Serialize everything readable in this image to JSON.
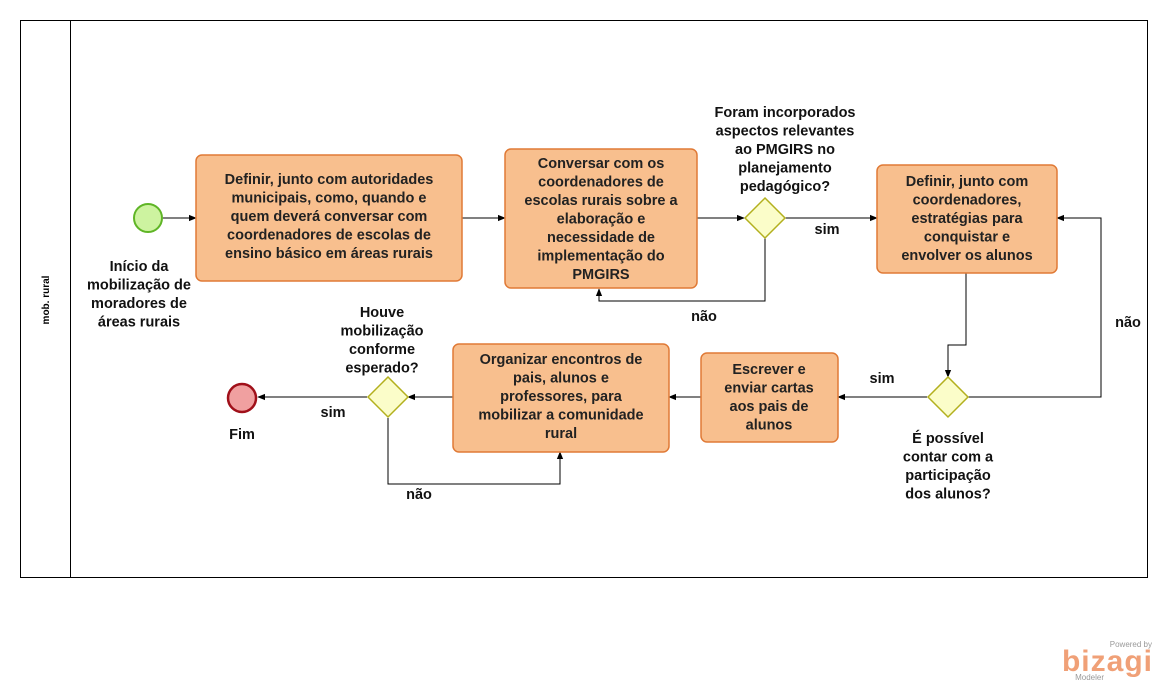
{
  "pool": {
    "lane_label": "mob. rural"
  },
  "colors": {
    "task_fill": "#f8bf8e",
    "task_stroke": "#e07a36",
    "start_fill": "#cdf3a0",
    "start_stroke": "#5fb526",
    "end_fill": "#f0a0a0",
    "end_stroke": "#a0101a",
    "gateway_fill": "#fbfdc9",
    "gateway_stroke": "#b3b01e"
  },
  "events": {
    "start": {
      "label": [
        "Início da",
        "mobilização de",
        "moradores de",
        "áreas rurais"
      ]
    },
    "end": {
      "label": [
        "Fim"
      ]
    }
  },
  "tasks": {
    "t1": [
      "Definir, junto com autoridades",
      "municipais, como, quando e",
      "quem deverá conversar com",
      "coordenadores de escolas de",
      "ensino básico em áreas rurais"
    ],
    "t2": [
      "Conversar com os",
      "coordenadores de",
      "escolas rurais sobre a",
      "elaboração e",
      "necessidade de",
      "implementação do",
      "PMGIRS"
    ],
    "t3": [
      "Definir, junto com",
      "coordenadores,",
      "estratégias para",
      "conquistar e",
      "envolver os alunos"
    ],
    "t4": [
      "Escrever e",
      "enviar cartas",
      "aos pais de",
      "alunos"
    ],
    "t5": [
      "Organizar encontros de",
      "pais, alunos e",
      "professores, para",
      "mobilizar a comunidade",
      "rural"
    ]
  },
  "gateways": {
    "g1": [
      "Foram incorporados",
      "aspectos relevantes",
      "ao PMGIRS no",
      "planejamento",
      "pedagógico?"
    ],
    "g2": [
      "É possível",
      "contar com a",
      "participação",
      "dos alunos?"
    ],
    "g3": [
      "Houve",
      "mobilização",
      "conforme",
      "esperado?"
    ]
  },
  "flow_labels": {
    "g1_yes": "sim",
    "g1_no": "não",
    "g2_yes": "sim",
    "g2_no": "não",
    "g3_yes": "sim",
    "g3_no": "não"
  },
  "logo": {
    "powered": "Powered by",
    "brand": "bizagi",
    "product": "Modeler"
  }
}
